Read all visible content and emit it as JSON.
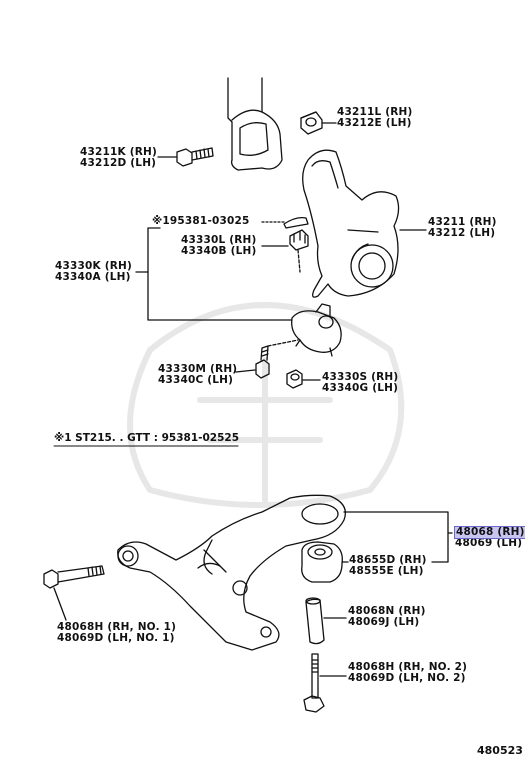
{
  "callouts": [
    {
      "id": "nut-top",
      "lines": [
        "43211L (RH)",
        "43212E (LH)"
      ]
    },
    {
      "id": "bolt-top",
      "lines": [
        "43211K (RH)",
        "43212D (LH)"
      ]
    },
    {
      "id": "knuckle",
      "lines": [
        "43211 (RH)",
        "43212 (LH)"
      ]
    },
    {
      "id": "cotter",
      "lines": [
        "※195381-03025"
      ]
    },
    {
      "id": "castle-nut",
      "lines": [
        "43330L (RH)",
        "43340B (LH)"
      ]
    },
    {
      "id": "ball-joint",
      "lines": [
        "43330K (RH)",
        "43340A (LH)"
      ]
    },
    {
      "id": "bj-bolt",
      "lines": [
        "43330M (RH)",
        "43340C (LH)"
      ]
    },
    {
      "id": "bj-nut",
      "lines": [
        "43330S (RH)",
        "43340G (LH)"
      ]
    },
    {
      "id": "lower-arm",
      "lines": [
        "48068 (RH)",
        "48069 (LH)"
      ]
    },
    {
      "id": "bushing",
      "lines": [
        "48655D (RH)",
        "48555E (LH)"
      ]
    },
    {
      "id": "arm-bolt-1",
      "lines": [
        "48068H (RH, NO. 1)",
        "48069D (LH, NO. 1)"
      ]
    },
    {
      "id": "collar",
      "lines": [
        "48068N (RH)",
        "48069J (LH)"
      ]
    },
    {
      "id": "arm-bolt-2",
      "lines": [
        "48068H (RH, NO. 2)",
        "48069D (LH, NO. 2)"
      ]
    }
  ],
  "note": "※1 ST215. . GTT : 95381-02525",
  "diagram_id": "480523"
}
